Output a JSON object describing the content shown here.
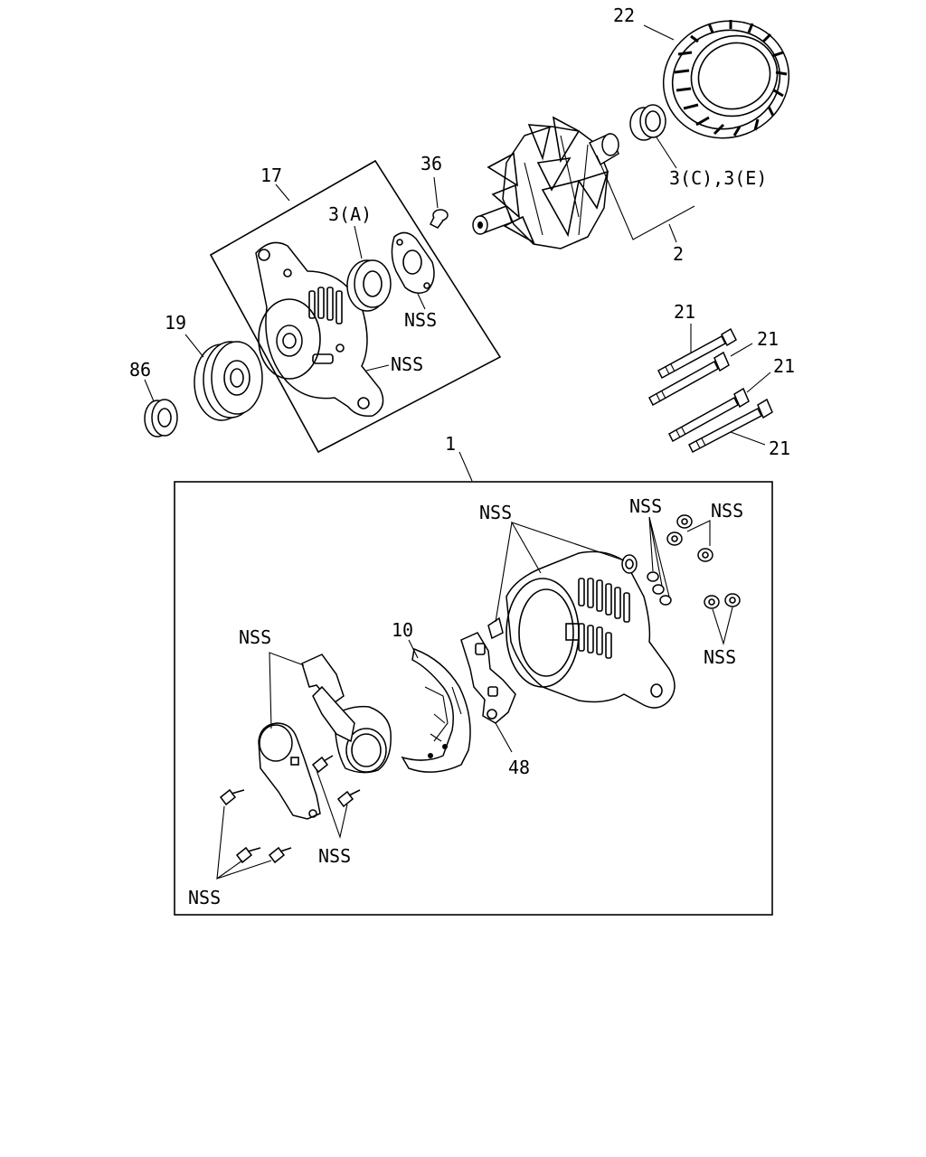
{
  "callouts": {
    "c22": "22",
    "c36": "36",
    "c3ce": "3(C),3(E)",
    "c2": "2",
    "c17": "17",
    "c3a": "3(A)",
    "nss_bearing": "NSS",
    "nss_housing": "NSS",
    "c19": "19",
    "c86": "86",
    "c21a": "21",
    "c21b": "21",
    "c21c": "21",
    "c21d": "21",
    "c1": "1",
    "nss_top_center": "NSS",
    "nss_top_right_a": "NSS",
    "nss_top_right_b": "NSS",
    "nss_right_nuts": "NSS",
    "c10": "10",
    "c48": "48",
    "nss_left_top": "NSS",
    "nss_bolts_mid": "NSS",
    "nss_bolts_bottom": "NSS"
  }
}
